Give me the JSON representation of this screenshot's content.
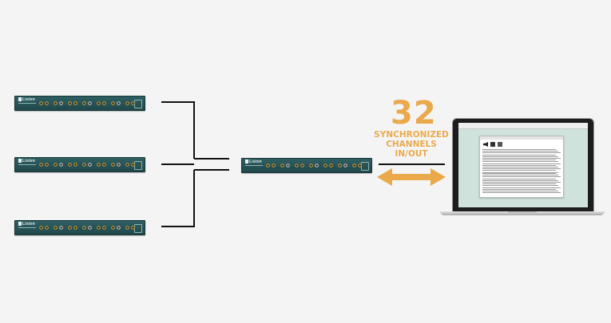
{
  "diagram": {
    "headline_number": "32",
    "caption_lines": [
      "SYNCHRONIZED",
      "CHANNELS",
      "IN/OUT"
    ],
    "rack_label": "Listen",
    "colors": {
      "accent": "#eaa94a",
      "rack": "#2a5659",
      "connector": "#111111",
      "screen": "#cfe3dc"
    },
    "icons": {
      "speaker": "speaker-icon",
      "arrow": "double-arrow-icon",
      "laptop": "laptop-icon"
    }
  }
}
